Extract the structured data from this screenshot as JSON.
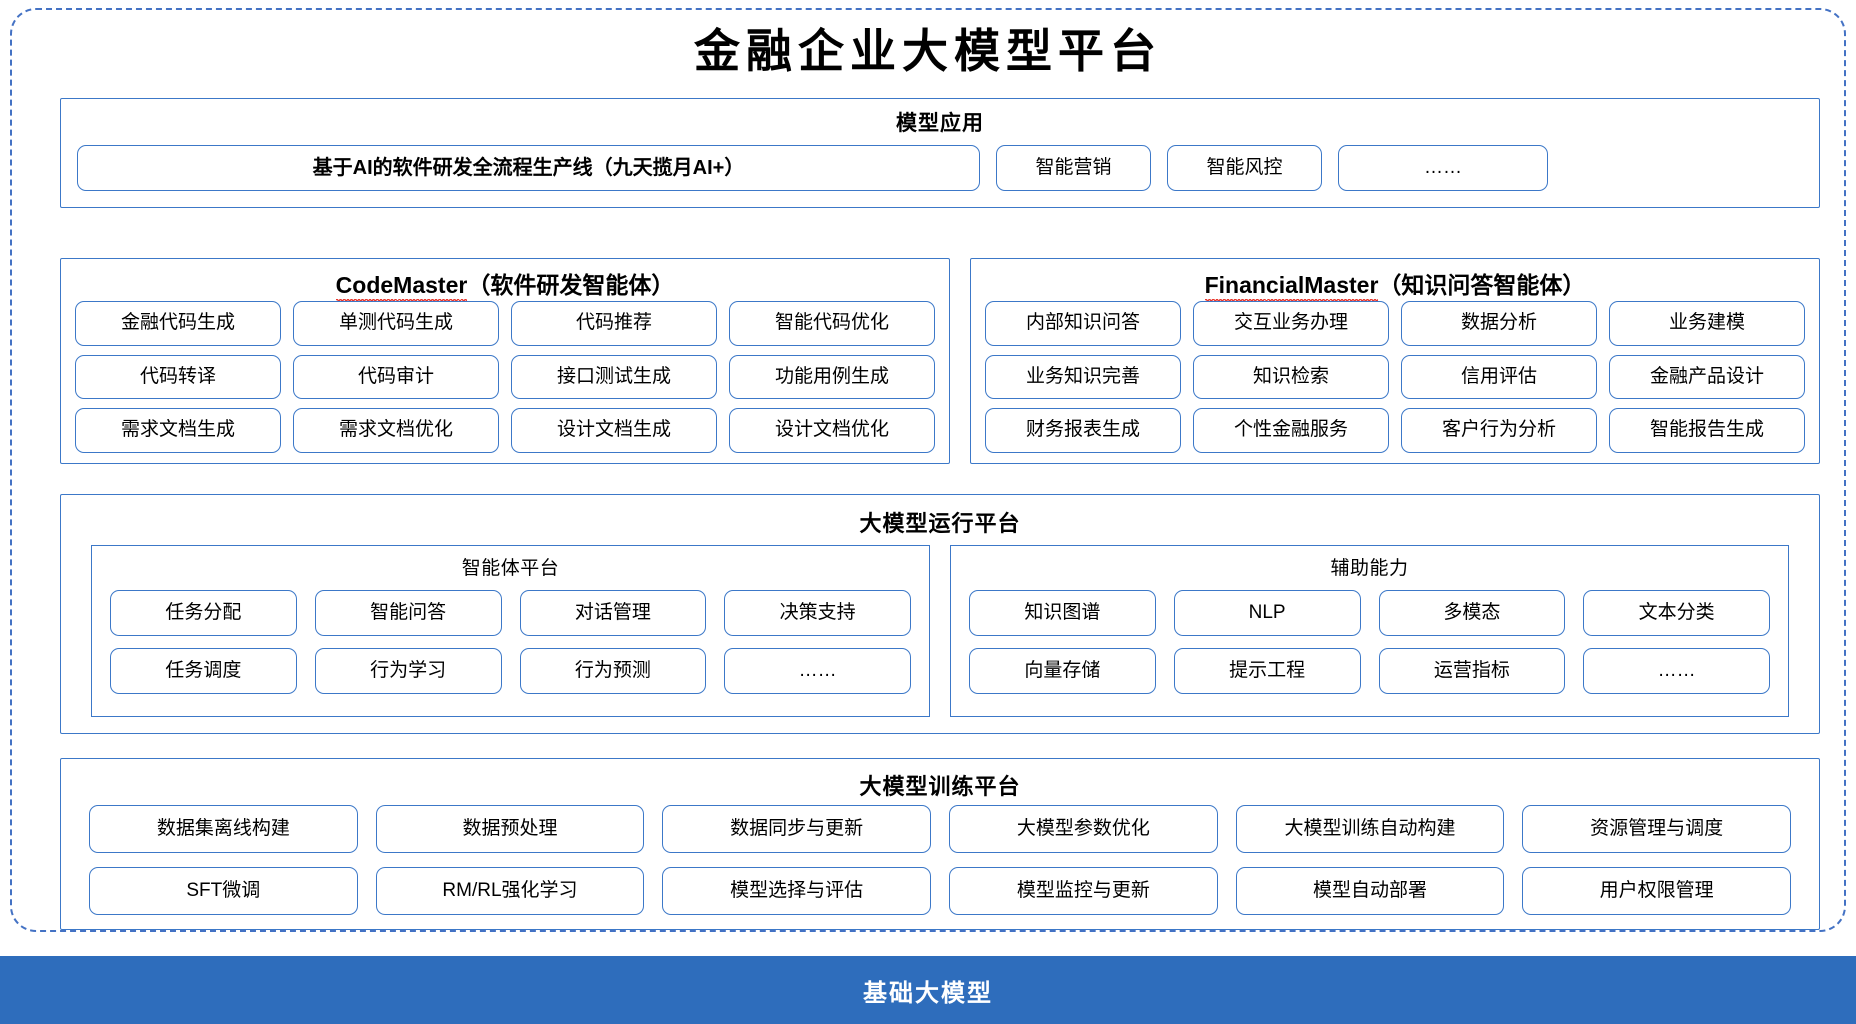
{
  "page": {
    "title": "金融企业大模型平台",
    "accent_blue": "#3C78C8",
    "frame_blue": "#4472C4",
    "foundation_bar_blue": "#2E6DBC",
    "spellcheck_red": "#E8352B"
  },
  "application_layer": {
    "title": "模型应用",
    "items": [
      "基于AI的软件研发全流程生产线（九天揽月AI+）",
      "智能营销",
      "智能风控",
      "……"
    ]
  },
  "agents": [
    {
      "name_en": "CodeMaster",
      "name_cn": "（软件研发智能体）",
      "spellchecked": true,
      "items": [
        "金融代码生成",
        "单测代码生成",
        "代码推荐",
        "智能代码优化",
        "代码转译",
        "代码审计",
        "接口测试生成",
        "功能用例生成",
        "需求文档生成",
        "需求文档优化",
        "设计文档生成",
        "设计文档优化"
      ]
    },
    {
      "name_en": "FinancialMaster",
      "name_cn": "（知识问答智能体）",
      "spellchecked": true,
      "items": [
        "内部知识问答",
        "交互业务办理",
        "数据分析",
        "业务建模",
        "业务知识完善",
        "知识检索",
        "信用评估",
        "金融产品设计",
        "财务报表生成",
        "个性金融服务",
        "客户行为分析",
        "智能报告生成"
      ]
    }
  ],
  "runtime_platform": {
    "title": "大模型运行平台",
    "columns": [
      {
        "title": "智能体平台",
        "items": [
          "任务分配",
          "智能问答",
          "对话管理",
          "决策支持",
          "任务调度",
          "行为学习",
          "行为预测",
          "……"
        ]
      },
      {
        "title": "辅助能力",
        "items": [
          "知识图谱",
          "NLP",
          "多模态",
          "文本分类",
          "向量存储",
          "提示工程",
          "运营指标",
          "……"
        ]
      }
    ]
  },
  "training_platform": {
    "title": "大模型训练平台",
    "items": [
      "数据集离线构建",
      "数据预处理",
      "数据同步与更新",
      "大模型参数优化",
      "大模型训练自动构建",
      "资源管理与调度",
      "SFT微调",
      "RM/RL强化学习",
      "模型选择与评估",
      "模型监控与更新",
      "模型自动部署",
      "用户权限管理"
    ]
  },
  "foundation": {
    "label": "基础大模型"
  }
}
